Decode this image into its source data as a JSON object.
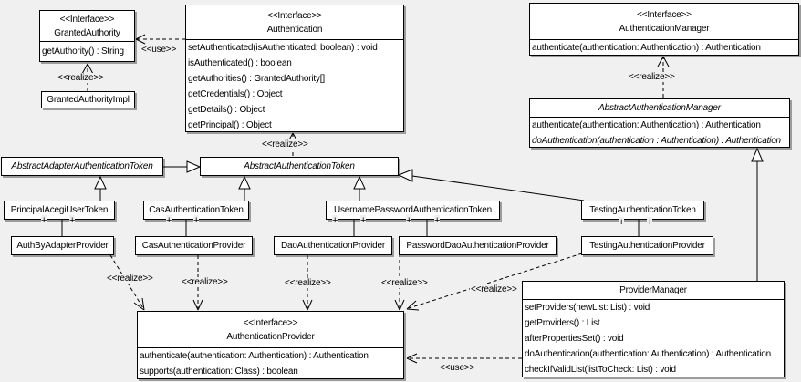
{
  "colors": {
    "background": "#f0f0f0",
    "box_fill": "#ffffff",
    "line": "#000000"
  },
  "labels": {
    "use": "<<use>>",
    "realize": "<<realize>>",
    "plus": "+"
  },
  "classes": {
    "granted_authority": {
      "stereotype": "<<Interface>>",
      "name": "GrantedAuthority",
      "methods": [
        "getAuthority() : String"
      ]
    },
    "granted_authority_impl": {
      "name": "GrantedAuthorityImpl"
    },
    "authentication": {
      "stereotype": "<<Interface>>",
      "name": "Authentication",
      "methods": [
        "setAuthenticated(isAuthenticated: boolean) : void",
        "isAuthenticated() : boolean",
        "getAuthorities() : GrantedAuthority[]",
        "getCredentials() : Object",
        "getDetails() : Object",
        "getPrincipal() : Object"
      ]
    },
    "authentication_manager": {
      "stereotype": "<<Interface>>",
      "name": "AuthenticationManager",
      "methods": [
        "authenticate(authentication: Authentication) : Authentication"
      ]
    },
    "abstract_authentication_manager": {
      "name": "AbstractAuthenticationManager",
      "methods": [
        "authenticate(authentication: Authentication) : Authentication",
        "doAuthentication(authentication : Authentication) : Authentication"
      ]
    },
    "abstract_adapter_authentication_token": {
      "name": "AbstractAdapterAuthenticationToken"
    },
    "abstract_authentication_token": {
      "name": "AbstractAuthenticationToken"
    },
    "principal_acegi_user_token": {
      "name": "PrincipalAcegiUserToken"
    },
    "cas_authentication_token": {
      "name": "CasAuthenticationToken"
    },
    "username_password_authentication_token": {
      "name": "UsernamePasswordAuthenticationToken"
    },
    "testing_authentication_token": {
      "name": "TestingAuthenticationToken"
    },
    "auth_by_adapter_provider": {
      "name": "AuthByAdapterProvider"
    },
    "cas_authentication_provider": {
      "name": "CasAuthenticationProvider"
    },
    "dao_authentication_provider": {
      "name": "DaoAuthenticationProvider"
    },
    "password_dao_authentication_provider": {
      "name": "PasswordDaoAuthenticationProvider"
    },
    "testing_authentication_provider": {
      "name": "TestingAuthenticationProvider"
    },
    "authentication_provider": {
      "stereotype": "<<Interface>>",
      "name": "AuthenticationProvider",
      "methods": [
        "authenticate(authentication: Authentication) : Authentication",
        "supports(authentication: Class) : boolean"
      ]
    },
    "provider_manager": {
      "name": "ProviderManager",
      "methods": [
        "setProviders(newList: List) : void",
        "getProviders() : List",
        "afterPropertiesSet() : void",
        "doAuthentication(authentication: Authentication) : Authentication",
        "checkIfValidList(listToCheck: List) : void"
      ]
    }
  }
}
